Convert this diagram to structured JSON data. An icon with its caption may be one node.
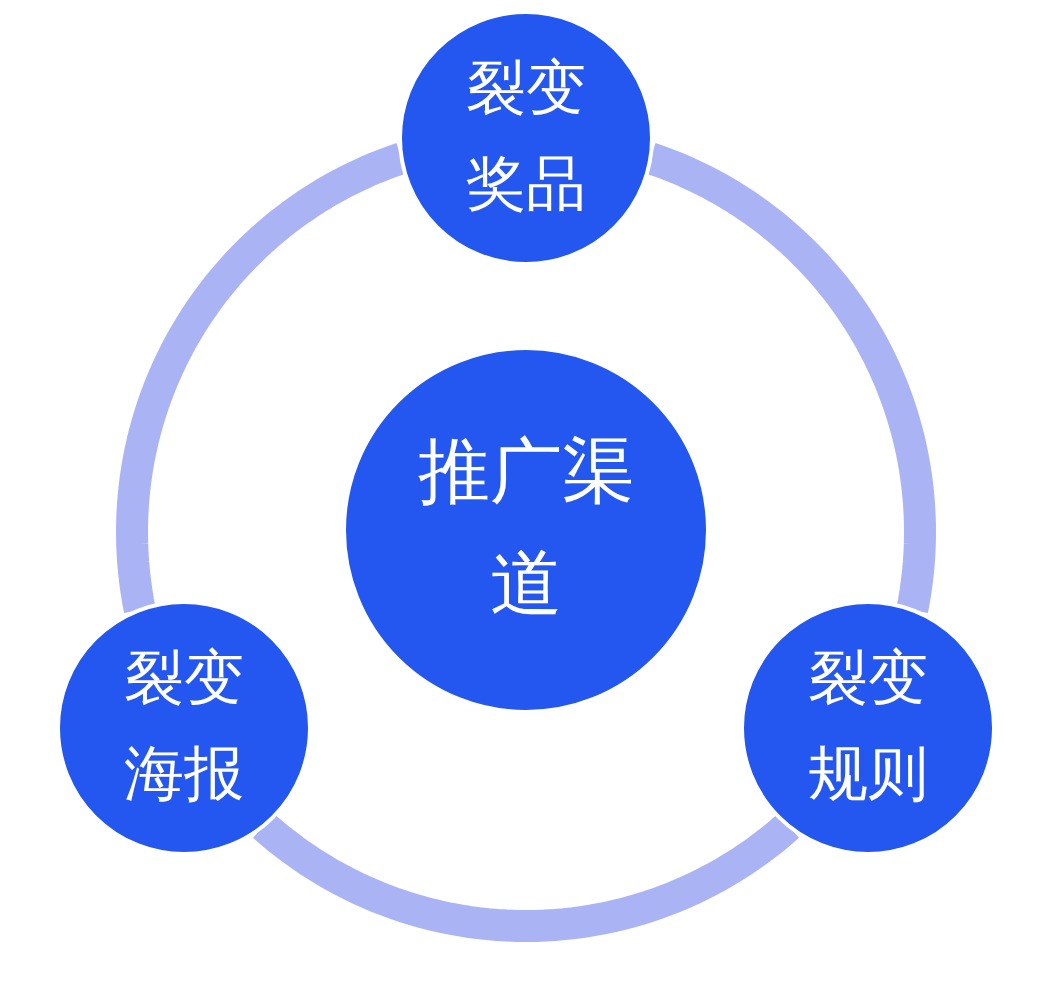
{
  "diagram": {
    "nodes": [
      {
        "text": [
          "裂变奖品"
        ]
      },
      {
        "text": [
          "推广渠道"
        ]
      },
      {
        "text": [
          "裂变海报"
        ]
      },
      {
        "text": [
          "裂变规则"
        ]
      }
    ],
    "edges": [
      {
        "from": 0,
        "to": 3,
        "arrow": "none"
      },
      {
        "from": 3,
        "to": 2,
        "arrow": "none"
      },
      {
        "from": 2,
        "to": 0,
        "arrow": "none"
      }
    ]
  }
}
